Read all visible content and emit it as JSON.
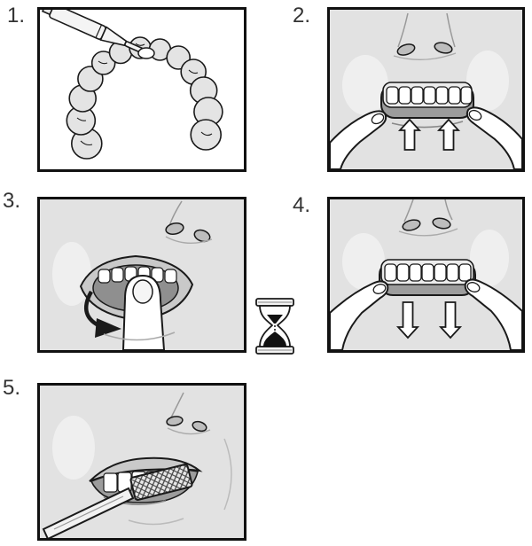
{
  "steps": [
    {
      "label": "1.",
      "illustration": "syringe-applying-gel-to-mouth-tray"
    },
    {
      "label": "2.",
      "illustration": "thumbs-inserting-tray-on-upper-teeth-up-arrows"
    },
    {
      "label": "3.",
      "illustration": "finger-pressing-tray-against-teeth-curved-arrow"
    },
    {
      "label": "4.",
      "illustration": "fingers-removing-tray-from-teeth-down-arrows"
    },
    {
      "label": "5.",
      "illustration": "toothbrush-brushing-teeth"
    }
  ],
  "timer": {
    "icon": "hourglass-icon"
  },
  "colors": {
    "line": "#1a1a1a",
    "panel_border": "#111111",
    "skin_shade": "#e2e2e2",
    "mouth_shade": "#9c9c9c",
    "lip_shade": "#c9c9c9",
    "tooth": "#ffffff",
    "sand": "#111111"
  }
}
